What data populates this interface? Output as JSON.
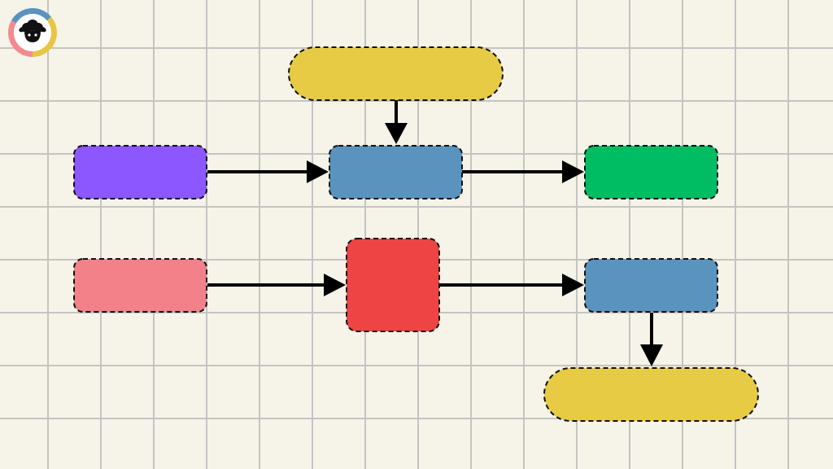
{
  "canvas": {
    "background": "#F6F3E8",
    "grid_color": "#C4C4C4"
  },
  "logo": {
    "icon": "sheep-face-icon",
    "ring_colors": [
      "#F28A8E",
      "#5A93BE",
      "#E8C542"
    ],
    "face_color": "#111111"
  },
  "diagram": {
    "nodes": [
      {
        "id": "top-pill",
        "shape": "pill",
        "color": "#E8CB45",
        "text": ""
      },
      {
        "id": "purple-box",
        "shape": "rounded-rect",
        "color": "#8C57FE",
        "text": ""
      },
      {
        "id": "center-blue-box",
        "shape": "rounded-rect",
        "color": "#5A93BE",
        "text": ""
      },
      {
        "id": "green-box",
        "shape": "rounded-rect",
        "color": "#00BD63",
        "text": ""
      },
      {
        "id": "pink-box",
        "shape": "rounded-rect",
        "color": "#F28189",
        "text": ""
      },
      {
        "id": "red-square",
        "shape": "rounded-square",
        "color": "#EE4444",
        "text": ""
      },
      {
        "id": "right-blue-box",
        "shape": "rounded-rect",
        "color": "#5A93BE",
        "text": ""
      },
      {
        "id": "bottom-pill",
        "shape": "pill",
        "color": "#E8CB45",
        "text": ""
      }
    ],
    "edges": [
      {
        "from": "top-pill",
        "to": "center-blue-box"
      },
      {
        "from": "purple-box",
        "to": "center-blue-box"
      },
      {
        "from": "center-blue-box",
        "to": "green-box"
      },
      {
        "from": "pink-box",
        "to": "red-square"
      },
      {
        "from": "red-square",
        "to": "right-blue-box"
      },
      {
        "from": "right-blue-box",
        "to": "bottom-pill"
      }
    ],
    "node_border": {
      "color": "#111111",
      "style": "dashed"
    },
    "edge_color": "#000000"
  }
}
